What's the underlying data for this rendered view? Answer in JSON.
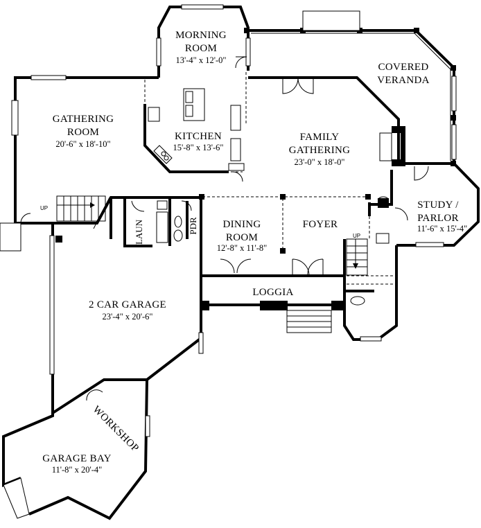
{
  "rooms": {
    "morning_room": {
      "name1": "MORNING",
      "name2": "ROOM",
      "dims": "13'-4\" x 12'-0\""
    },
    "covered_veranda": {
      "name1": "COVERED",
      "name2": "VERANDA"
    },
    "gathering_room": {
      "name1": "GATHERING",
      "name2": "ROOM",
      "dims": "20'-6\" x 18'-10\""
    },
    "kitchen": {
      "name": "KITCHEN",
      "dims": "15'-8\" x 13'-6\""
    },
    "family_gathering": {
      "name1": "FAMILY",
      "name2": "GATHERING",
      "dims": "23'-0\" x 18'-0\""
    },
    "study_parlor": {
      "name1": "STUDY /",
      "name2": "PARLOR",
      "dims": "11'-6\" x 15'-4\""
    },
    "dining_room": {
      "name1": "DINING",
      "name2": "ROOM",
      "dims": "12'-8\" x 11'-8\""
    },
    "foyer": {
      "name": "FOYER"
    },
    "laundry": {
      "name": "LAUN"
    },
    "powder": {
      "name": "PDR"
    },
    "loggia": {
      "name": "LOGGIA"
    },
    "garage": {
      "name": "2 CAR GARAGE",
      "dims": "23'-4\" x 20'-6\""
    },
    "workshop": {
      "name": "WORKSHOP"
    },
    "garage_bay": {
      "name": "GARAGE BAY",
      "dims": "11'-8\" x 20'-4\""
    }
  },
  "stairs": {
    "up_label_1": "UP",
    "up_label_2": "UP"
  }
}
